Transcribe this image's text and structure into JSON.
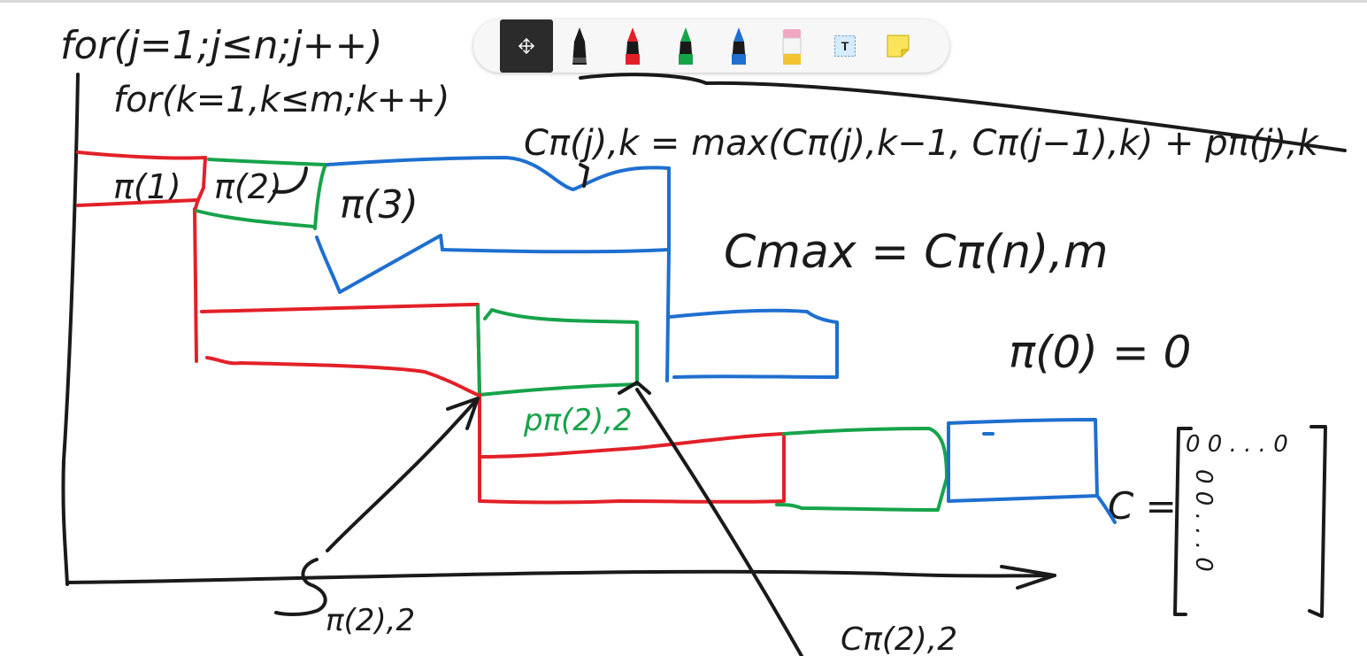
{
  "toolbar": {
    "tools": [
      {
        "name": "move-pan",
        "icon": "move-arrows-icon",
        "selected": true
      },
      {
        "name": "pen-black",
        "icon": "pen-icon",
        "color": "#1a1a1a"
      },
      {
        "name": "pen-red",
        "icon": "pen-icon",
        "color": "#e32028"
      },
      {
        "name": "pen-green",
        "icon": "pen-icon",
        "color": "#16a34a"
      },
      {
        "name": "pen-blue",
        "icon": "pen-icon",
        "color": "#1e6fd0"
      },
      {
        "name": "highlighter",
        "icon": "highlighter-icon",
        "color": "#f4c430"
      },
      {
        "name": "text",
        "icon": "text-box-icon",
        "label": "T"
      },
      {
        "name": "sticky-note",
        "icon": "sticky-note-icon",
        "color": "#fbe45b"
      }
    ]
  },
  "ink": {
    "colors": {
      "black": "#1a1a1a",
      "red": "#e32028",
      "green": "#16a34a",
      "blue": "#1e6fd0"
    },
    "texts": {
      "loop_j": "for(j=1;j≤n;j++)",
      "loop_k": "for(k=1,k≤m;k++)",
      "recurrence": "Cπ(j),k = max(Cπ(j),k−1, Cπ(j−1),k) + pπ(j),k",
      "cmax": "Cmax = Cπ(n),m",
      "pi0": "π(0) = 0",
      "pi1": "π(1)",
      "pi2": "π(2)",
      "pi3": "π(3)",
      "p_label": "pπ(2),2",
      "start_label": "π(2),2",
      "c_label": "Cπ(2),2",
      "matrix_eq": "C =",
      "matrix_row": "0 0 . . . 0",
      "matrix_col": "0 0 . . . 0"
    }
  }
}
